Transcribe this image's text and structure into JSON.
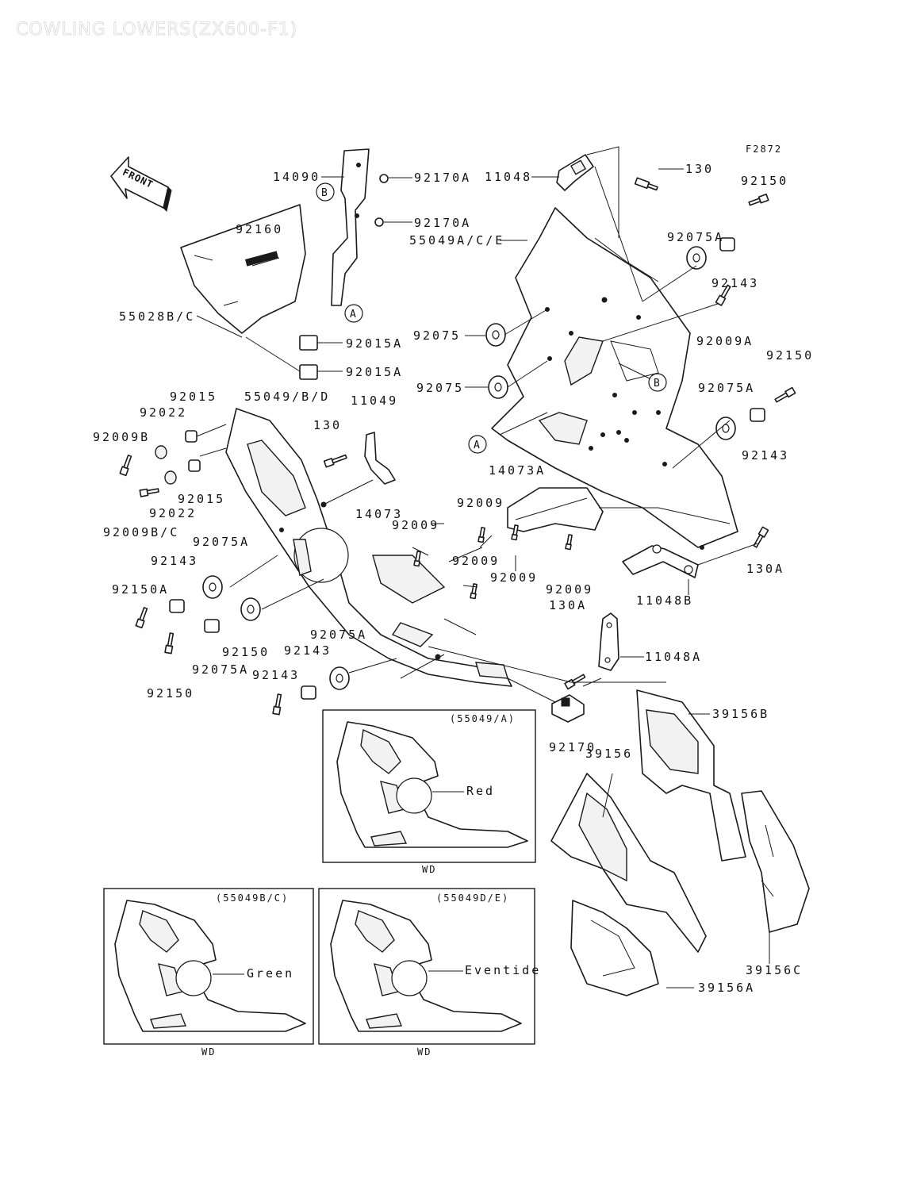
{
  "title": "COWLING LOWERS(ZX600-F1)",
  "figure_code": "F2872",
  "front_label": "FRONT",
  "ref_marks": [
    "A",
    "B"
  ],
  "part_labels": [
    "14090",
    "92170A",
    "11048",
    "130",
    "92150",
    "92160",
    "92170A",
    "55049A/C/E",
    "92075A",
    "92143",
    "55028B/C",
    "92015A",
    "92015A",
    "92075",
    "92009A",
    "92150",
    "92075",
    "92075A",
    "92143",
    "92015",
    "55049/B/D",
    "11049",
    "92022",
    "130",
    "92009B",
    "92015",
    "92022",
    "14073A",
    "92009B/C",
    "92009",
    "14073",
    "92009",
    "92075A",
    "92009",
    "92009",
    "92143",
    "92009",
    "130A",
    "11048B",
    "92150A",
    "130A",
    "92075A",
    "11048A",
    "92143",
    "92150",
    "92075A",
    "92143",
    "92150",
    "92170",
    "39156B",
    "39156",
    "39156C",
    "39156A"
  ],
  "insets": [
    {
      "variant": "(55049/A)",
      "color": "Red",
      "code": "WD"
    },
    {
      "variant": "(55049B/C)",
      "color": "Green",
      "code": "WD"
    },
    {
      "variant": "(55049D/E)",
      "color": "Eventide",
      "code": "WD"
    }
  ]
}
